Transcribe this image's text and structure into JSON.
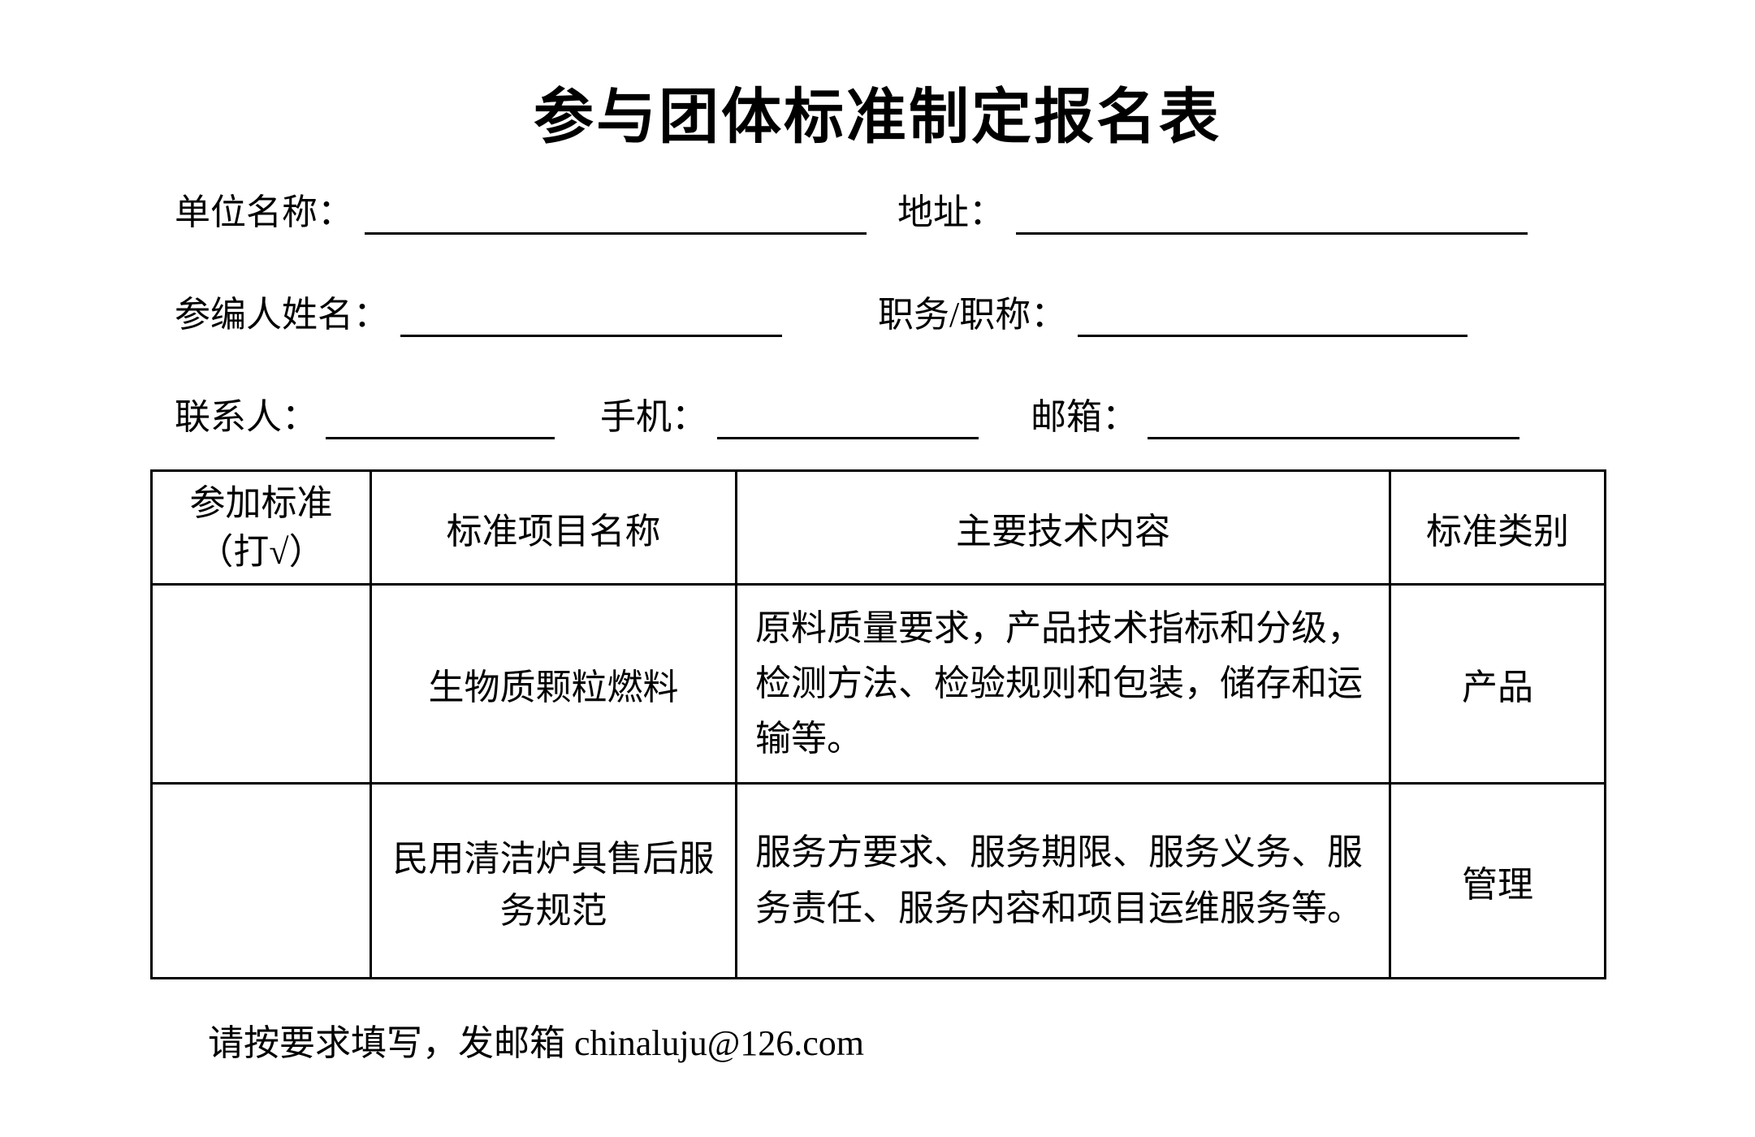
{
  "document": {
    "title": "参与团体标准制定报名表",
    "footer_note": "请按要求填写，发邮箱 chinaluju@126.com"
  },
  "form": {
    "unit_name_label": "单位名称：",
    "unit_name_value": "",
    "address_label": "地址：",
    "address_value": "",
    "participant_label": "参编人姓名：",
    "participant_value": "",
    "duty_label": "职务/职称：",
    "duty_value": "",
    "contact_label": "联系人：",
    "contact_value": "",
    "mobile_label": "手机：",
    "mobile_value": "",
    "email_label": "邮箱：",
    "email_value": ""
  },
  "table": {
    "headers": {
      "check_line1": "参加标准",
      "check_line2": "（打√）",
      "project": "标准项目名称",
      "content": "主要技术内容",
      "category": "标准类别"
    },
    "rows": [
      {
        "check": "",
        "project": "生物质颗粒燃料",
        "content": "原料质量要求，产品技术指标和分级，检测方法、检验规则和包装，储存和运输等。",
        "category": "产品"
      },
      {
        "check": "",
        "project": "民用清洁炉具售后服务规范",
        "content": "服务方要求、服务期限、服务义务、服务责任、服务内容和项目运维服务等。",
        "category": "管理"
      }
    ]
  }
}
